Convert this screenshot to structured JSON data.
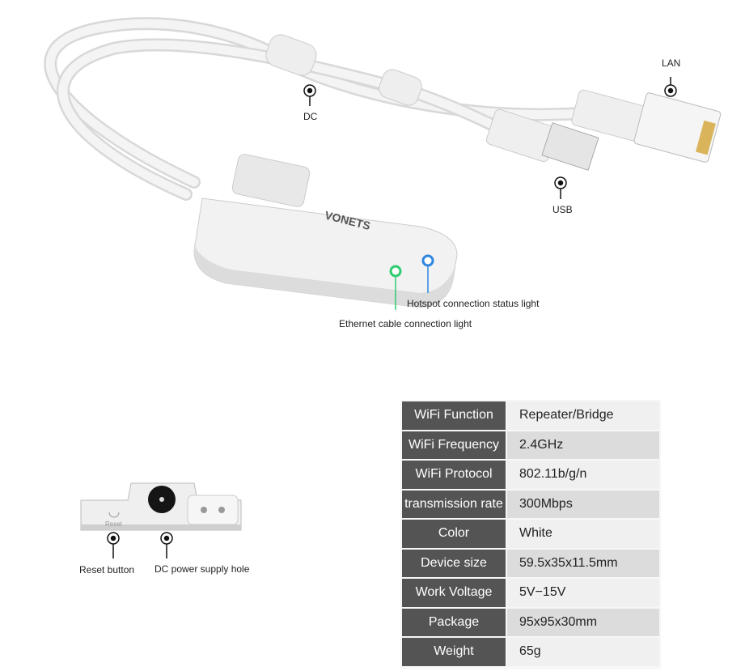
{
  "callouts": {
    "dc": "DC",
    "lan": "LAN",
    "usb": "USB",
    "hotspot_light": "Hotspot connection status light",
    "ethernet_light": "Ethernet cable connection light",
    "reset_button": "Reset button",
    "dc_hole": "DC power supply hole",
    "reset_engraving": "Reset"
  },
  "brand_logo": "VONETS",
  "colors": {
    "ethernet_led": "#2ecc71",
    "hotspot_led": "#2e86de",
    "spec_key_bg": "#545454"
  },
  "specs": [
    {
      "key": "WiFi Function",
      "value": "Repeater/Bridge"
    },
    {
      "key": "WiFi Frequency",
      "value": "2.4GHz"
    },
    {
      "key": "WiFi Protocol",
      "value": "802.11b/g/n"
    },
    {
      "key": "transmission rate",
      "value": "300Mbps"
    },
    {
      "key": "Color",
      "value": "White"
    },
    {
      "key": "Device size",
      "value": "59.5x35x11.5mm"
    },
    {
      "key": "Work Voltage",
      "value": "5V−15V"
    },
    {
      "key": "Package",
      "value": "95x95x30mm"
    },
    {
      "key": "Weight",
      "value": "65g"
    }
  ]
}
